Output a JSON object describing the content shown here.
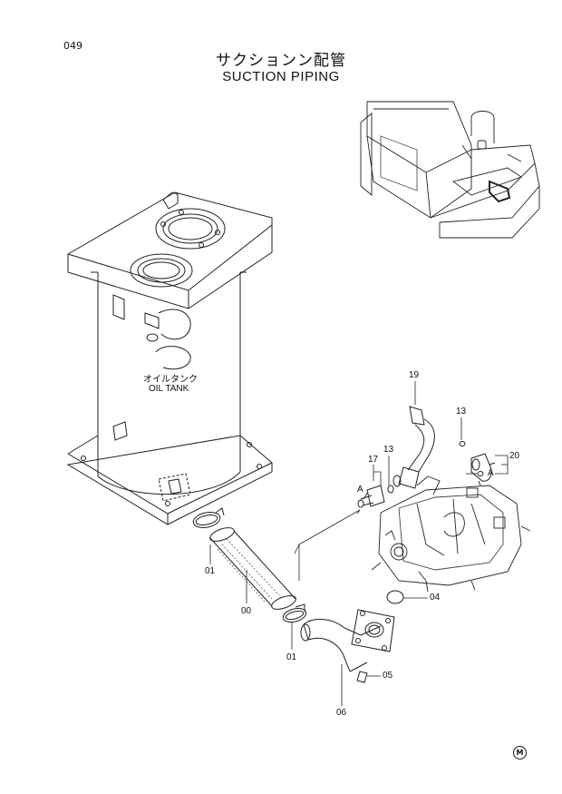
{
  "page_number": "049",
  "title_jp": "サクションン配管",
  "title_en": "SUCTION PIPING",
  "tank_label_jp": "オイルタンク",
  "tank_label_en": "OIL TANK",
  "callouts": {
    "p19": "19",
    "p13a": "13",
    "p13b": "13",
    "p17": "17",
    "p20": "20",
    "pA1": "A",
    "pA2": "A",
    "p01a": "01",
    "p01b": "01",
    "p00": "00",
    "p04": "04",
    "p05": "05",
    "p06": "06"
  },
  "corner_mark": "M"
}
